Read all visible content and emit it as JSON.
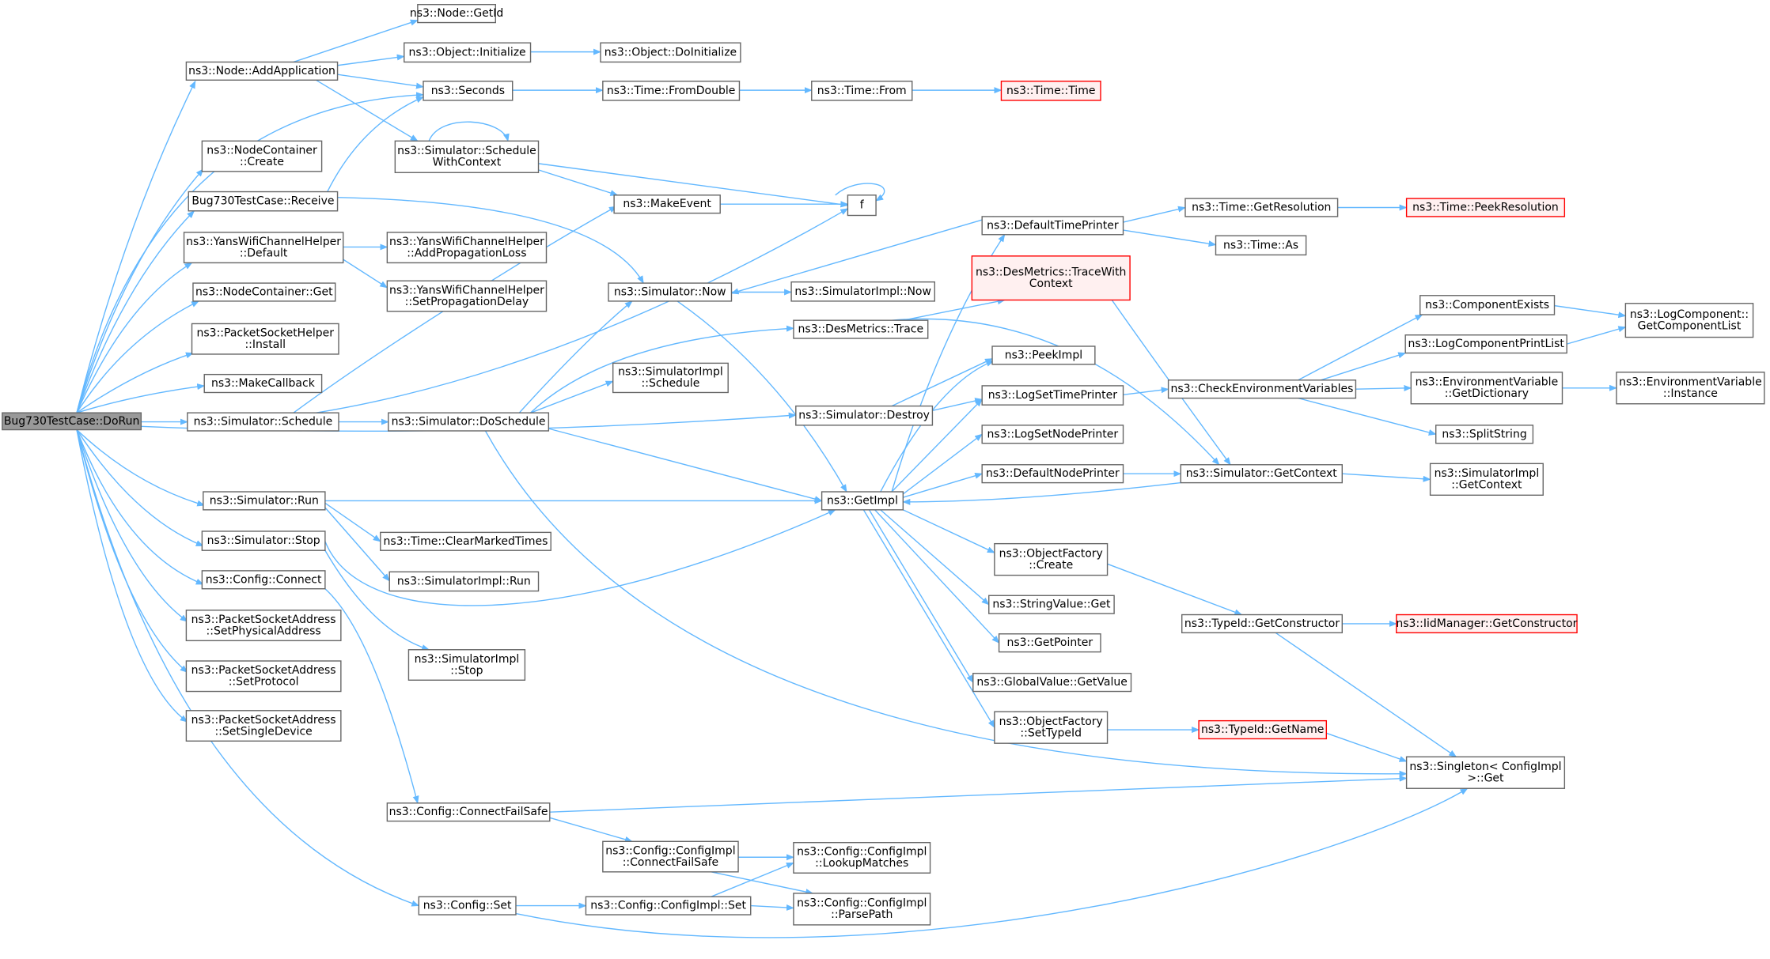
{
  "title": "Bug730TestCase::DoRun",
  "colors": {
    "edge": "#63b8ff",
    "node_border": "#666666",
    "node_fill": "#ffffff",
    "root_fill": "#999999",
    "truncated_border": "#ff0000",
    "truncated_fill": "#fff0f0"
  },
  "nodes": [
    {
      "id": "root",
      "lines": [
        "Bug730TestCase::DoRun"
      ],
      "kind": "root"
    },
    {
      "id": "addapp",
      "lines": [
        "ns3::Node::AddApplication"
      ]
    },
    {
      "id": "getid",
      "lines": [
        "ns3::Node::GetId"
      ]
    },
    {
      "id": "objinit",
      "lines": [
        "ns3::Object::Initialize"
      ]
    },
    {
      "id": "doinit",
      "lines": [
        "ns3::Object::DoInitialize"
      ]
    },
    {
      "id": "seconds",
      "lines": [
        "ns3::Seconds"
      ]
    },
    {
      "id": "fromdouble",
      "lines": [
        "ns3::Time::FromDouble"
      ]
    },
    {
      "id": "timefrom",
      "lines": [
        "ns3::Time::From"
      ]
    },
    {
      "id": "timetime",
      "lines": [
        "ns3::Time::Time"
      ],
      "kind": "red"
    },
    {
      "id": "nccreate",
      "lines": [
        "ns3::NodeContainer",
        "::Create"
      ]
    },
    {
      "id": "schedwc",
      "lines": [
        "ns3::Simulator::Schedule",
        "WithContext"
      ]
    },
    {
      "id": "receive",
      "lines": [
        "Bug730TestCase::Receive"
      ]
    },
    {
      "id": "makeevent",
      "lines": [
        "ns3::MakeEvent"
      ]
    },
    {
      "id": "f",
      "lines": [
        "f"
      ]
    },
    {
      "id": "yansdef",
      "lines": [
        "ns3::YansWifiChannelHelper",
        "::Default"
      ]
    },
    {
      "id": "addproploss",
      "lines": [
        "ns3::YansWifiChannelHelper",
        "::AddPropagationLoss"
      ]
    },
    {
      "id": "setpropdelay",
      "lines": [
        "ns3::YansWifiChannelHelper",
        "::SetPropagationDelay"
      ]
    },
    {
      "id": "ncget",
      "lines": [
        "ns3::NodeContainer::Get"
      ]
    },
    {
      "id": "pshinstall",
      "lines": [
        "ns3::PacketSocketHelper",
        "::Install"
      ]
    },
    {
      "id": "makecb",
      "lines": [
        "ns3::MakeCallback"
      ]
    },
    {
      "id": "simsched",
      "lines": [
        "ns3::Simulator::Schedule"
      ]
    },
    {
      "id": "simdosched",
      "lines": [
        "ns3::Simulator::DoSchedule"
      ]
    },
    {
      "id": "simnow",
      "lines": [
        "ns3::Simulator::Now"
      ]
    },
    {
      "id": "simimplnow",
      "lines": [
        "ns3::SimulatorImpl::Now"
      ]
    },
    {
      "id": "simimplsched",
      "lines": [
        "ns3::SimulatorImpl",
        "::Schedule"
      ]
    },
    {
      "id": "desmtrace",
      "lines": [
        "ns3::DesMetrics::Trace"
      ]
    },
    {
      "id": "desmtracewc",
      "lines": [
        "ns3::DesMetrics::TraceWith",
        "Context"
      ],
      "kind": "red"
    },
    {
      "id": "deftimeprinter",
      "lines": [
        "ns3::DefaultTimePrinter"
      ]
    },
    {
      "id": "getres",
      "lines": [
        "ns3::Time::GetResolution"
      ]
    },
    {
      "id": "peekres",
      "lines": [
        "ns3::Time::PeekResolution"
      ],
      "kind": "red"
    },
    {
      "id": "timeas",
      "lines": [
        "ns3::Time::As"
      ]
    },
    {
      "id": "simdestroy",
      "lines": [
        "ns3::Simulator::Destroy"
      ]
    },
    {
      "id": "simrun",
      "lines": [
        "ns3::Simulator::Run"
      ]
    },
    {
      "id": "getimpl",
      "lines": [
        "ns3::GetImpl"
      ]
    },
    {
      "id": "clearmarked",
      "lines": [
        "ns3::Time::ClearMarkedTimes"
      ]
    },
    {
      "id": "simimplrun",
      "lines": [
        "ns3::SimulatorImpl::Run"
      ]
    },
    {
      "id": "simstop",
      "lines": [
        "ns3::Simulator::Stop"
      ]
    },
    {
      "id": "simimplstop",
      "lines": [
        "ns3::SimulatorImpl",
        "::Stop"
      ]
    },
    {
      "id": "cfgconnect",
      "lines": [
        "ns3::Config::Connect"
      ]
    },
    {
      "id": "psasetphys",
      "lines": [
        "ns3::PacketSocketAddress",
        "::SetPhysicalAddress"
      ]
    },
    {
      "id": "psasetproto",
      "lines": [
        "ns3::PacketSocketAddress",
        "::SetProtocol"
      ]
    },
    {
      "id": "psasetsingle",
      "lines": [
        "ns3::PacketSocketAddress",
        "::SetSingleDevice"
      ]
    },
    {
      "id": "cfgconnectfs",
      "lines": [
        "ns3::Config::ConnectFailSafe"
      ]
    },
    {
      "id": "cfgimplconnfs",
      "lines": [
        "ns3::Config::ConfigImpl",
        "::ConnectFailSafe"
      ]
    },
    {
      "id": "lookupmatches",
      "lines": [
        "ns3::Config::ConfigImpl",
        "::LookupMatches"
      ]
    },
    {
      "id": "cfgset",
      "lines": [
        "ns3::Config::Set"
      ]
    },
    {
      "id": "cfgimplset",
      "lines": [
        "ns3::Config::ConfigImpl::Set"
      ]
    },
    {
      "id": "parsepath",
      "lines": [
        "ns3::Config::ConfigImpl",
        "::ParsePath"
      ]
    },
    {
      "id": "peekimpl",
      "lines": [
        "ns3::PeekImpl"
      ]
    },
    {
      "id": "logsettime",
      "lines": [
        "ns3::LogSetTimePrinter"
      ]
    },
    {
      "id": "logsetnode",
      "lines": [
        "ns3::LogSetNodePrinter"
      ]
    },
    {
      "id": "defnodeprinter",
      "lines": [
        "ns3::DefaultNodePrinter"
      ]
    },
    {
      "id": "checkenv",
      "lines": [
        "ns3::CheckEnvironmentVariables"
      ]
    },
    {
      "id": "compexists",
      "lines": [
        "ns3::ComponentExists"
      ]
    },
    {
      "id": "logcompprint",
      "lines": [
        "ns3::LogComponentPrintList"
      ]
    },
    {
      "id": "getcomplist",
      "lines": [
        "ns3::LogComponent::",
        "GetComponentList"
      ]
    },
    {
      "id": "envgetdict",
      "lines": [
        "ns3::EnvironmentVariable",
        "::GetDictionary"
      ]
    },
    {
      "id": "envinstance",
      "lines": [
        "ns3::EnvironmentVariable",
        "::Instance"
      ]
    },
    {
      "id": "splitstring",
      "lines": [
        "ns3::SplitString"
      ]
    },
    {
      "id": "simgetctx",
      "lines": [
        "ns3::Simulator::GetContext"
      ]
    },
    {
      "id": "simimplgetctx",
      "lines": [
        "ns3::SimulatorImpl",
        "::GetContext"
      ]
    },
    {
      "id": "objfcreate",
      "lines": [
        "ns3::ObjectFactory",
        "::Create"
      ]
    },
    {
      "id": "strvalget",
      "lines": [
        "ns3::StringValue::Get"
      ]
    },
    {
      "id": "getpointer",
      "lines": [
        "ns3::GetPointer"
      ]
    },
    {
      "id": "globvalget",
      "lines": [
        "ns3::GlobalValue::GetValue"
      ]
    },
    {
      "id": "objfsettype",
      "lines": [
        "ns3::ObjectFactory",
        "::SetTypeId"
      ]
    },
    {
      "id": "typeidgetctor",
      "lines": [
        "ns3::TypeId::GetConstructor"
      ]
    },
    {
      "id": "iidmgrgetctor",
      "lines": [
        "ns3::IidManager::GetConstructor"
      ],
      "kind": "red"
    },
    {
      "id": "typeidgetname",
      "lines": [
        "ns3::TypeId::GetName"
      ],
      "kind": "red"
    },
    {
      "id": "singletonget",
      "lines": [
        "ns3::Singleton< ConfigImpl",
        " >::Get"
      ]
    }
  ]
}
